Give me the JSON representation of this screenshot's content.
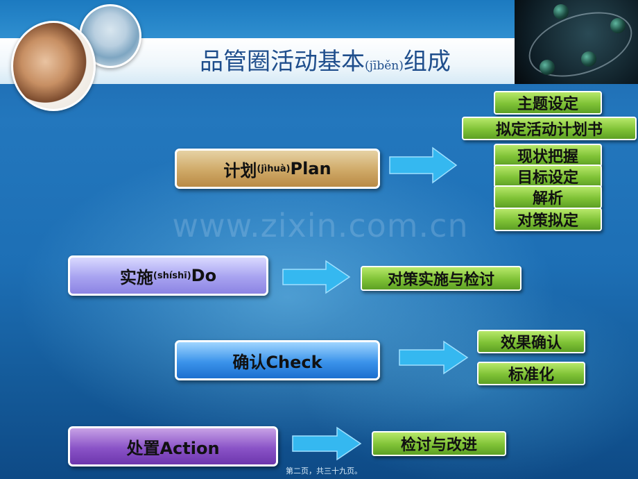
{
  "slide": {
    "title": "品管圈活动基本",
    "title_pinyin": "(jīběn)",
    "title_suffix": "组成",
    "watermark": "www.zixin.com.cn",
    "footer": "第二页，共三十九页。"
  },
  "stages": {
    "plan": {
      "label": "计划",
      "pinyin": "(jìhuà)",
      "suffix": "Plan"
    },
    "do": {
      "label": "实施",
      "pinyin": "(shíshī)",
      "suffix": "Do"
    },
    "check": {
      "label": "确认Check"
    },
    "action": {
      "label": "处置Action"
    }
  },
  "plan_steps": [
    "主题设定",
    "拟定活动计划书",
    "现状把握",
    "目标设定",
    "解析",
    "对策拟定"
  ],
  "do_steps": [
    "对策实施与检讨"
  ],
  "check_steps": [
    "效果确认",
    "标准化"
  ],
  "action_steps": [
    "检讨与改进"
  ],
  "colors": {
    "background": "#1d6fb5",
    "title": "#1f4e8c",
    "tag_green": "#7fc236",
    "arrow": "#35b8f0",
    "plan": "#cfa967",
    "do": "#a7a2f0",
    "check": "#3b93ea",
    "action": "#8a53c7"
  }
}
